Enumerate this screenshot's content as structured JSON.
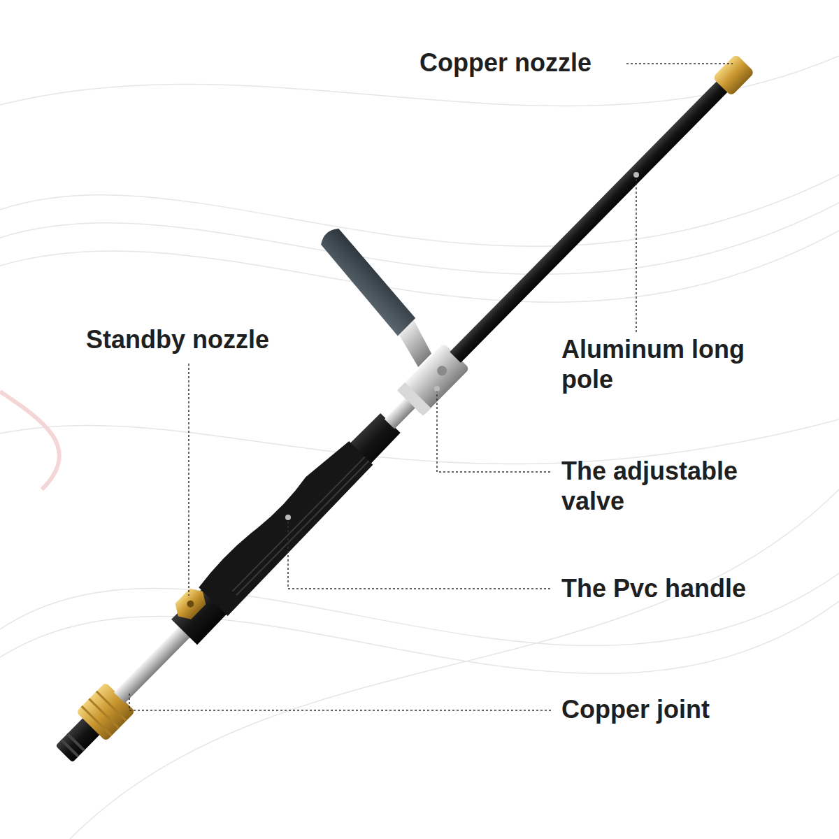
{
  "diagram": {
    "labels": [
      "Copper nozzle",
      "Standby nozzle",
      "Aluminum long pole",
      "The adjustable valve",
      "The Pvc handle",
      "Copper joint"
    ]
  }
}
